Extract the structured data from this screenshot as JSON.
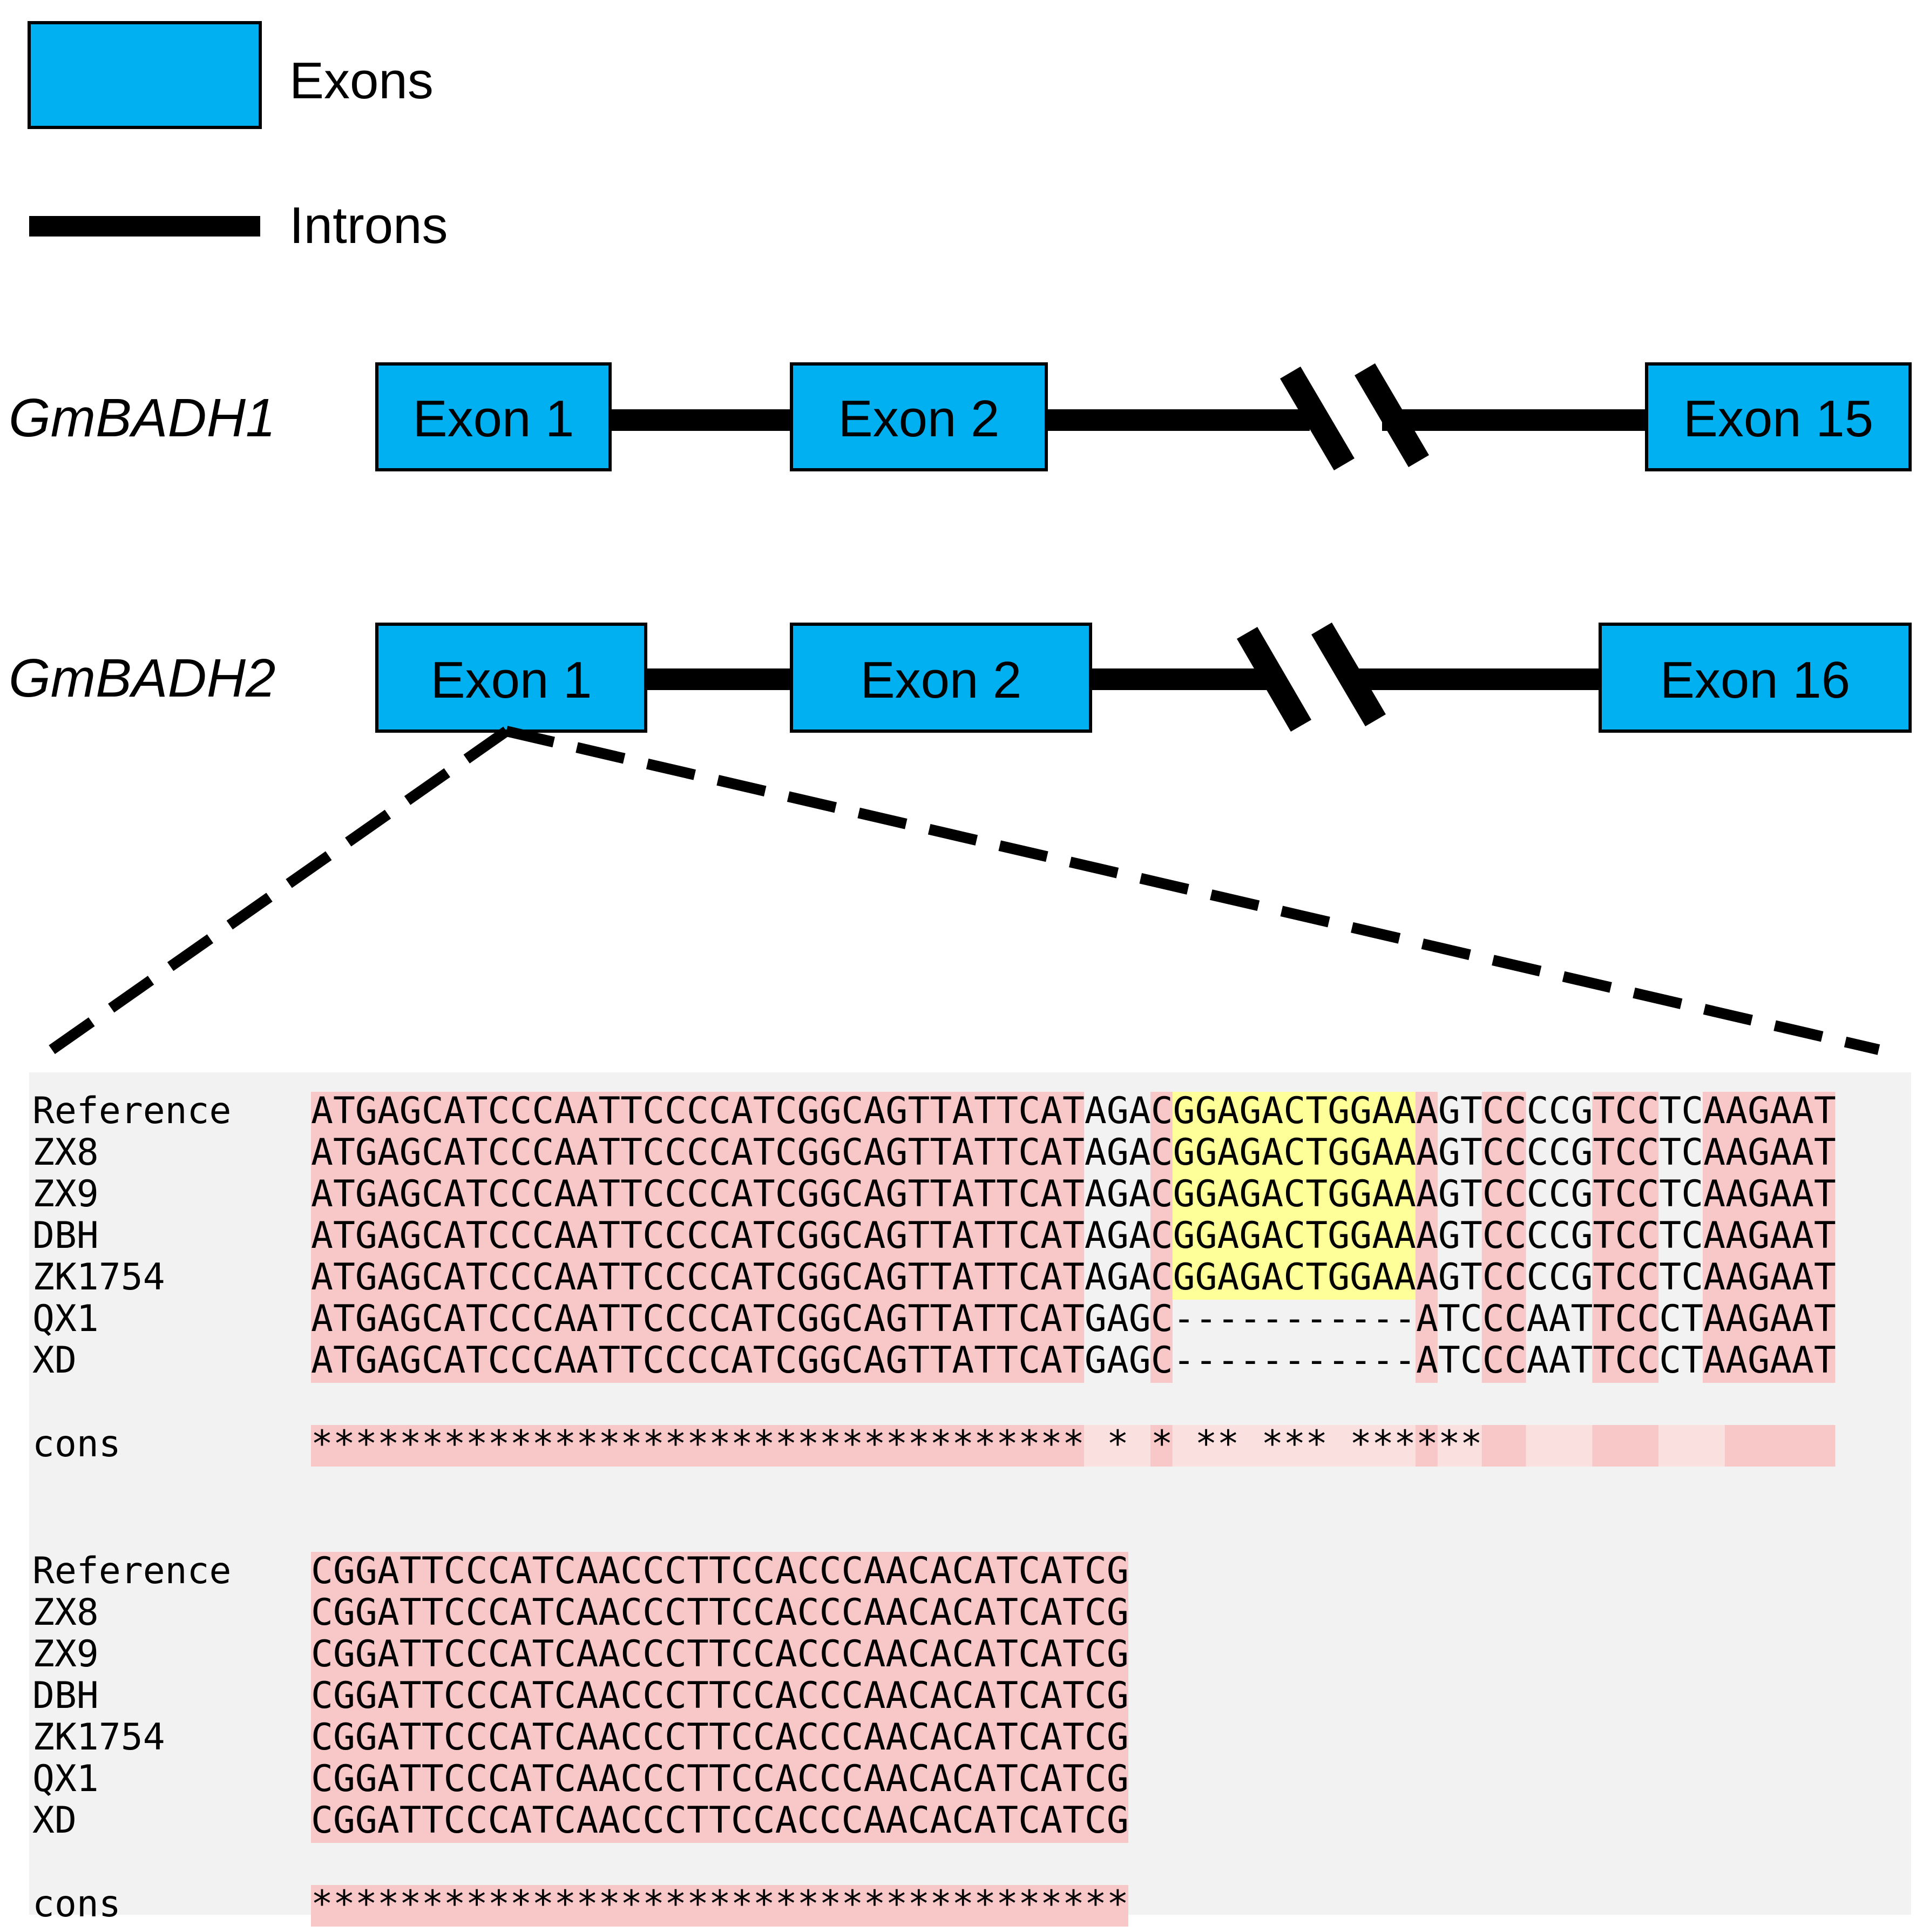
{
  "legend": {
    "exon_label": "Exons",
    "intron_label": "Introns"
  },
  "genes": [
    {
      "name": "GmBADH1",
      "exons": [
        "Exon 1",
        "Exon 2",
        "Exon 15"
      ]
    },
    {
      "name": "GmBADH2",
      "exons": [
        "Exon 1",
        "Exon 2",
        "Exon 16"
      ]
    }
  ],
  "colors": {
    "exon_fill": "#00b0f0",
    "intron": "#000000",
    "alignment_background": "#f2f2f2",
    "match_highlight": "#f8c8c8",
    "partial_highlight": "#ffff99",
    "weak_highlight": "#fbe0e0"
  },
  "alignment": {
    "blocks": [
      {
        "rows": [
          {
            "label": "Reference",
            "seq": "ATGAGCATCCCAATTCCCCATCGGCAGTTATTCATAGACGGAGACTGGAAAGTCCCCGTCCTCAAGAAT"
          },
          {
            "label": "ZX8",
            "seq": "ATGAGCATCCCAATTCCCCATCGGCAGTTATTCATAGACGGAGACTGGAAAGTCCCCGTCCTCAAGAAT"
          },
          {
            "label": "ZX9",
            "seq": "ATGAGCATCCCAATTCCCCATCGGCAGTTATTCATAGACGGAGACTGGAAAGTCCCCGTCCTCAAGAAT"
          },
          {
            "label": "DBH",
            "seq": "ATGAGCATCCCAATTCCCCATCGGCAGTTATTCATAGACGGAGACTGGAAAGTCCCCGTCCTCAAGAAT"
          },
          {
            "label": "ZK1754",
            "seq": "ATGAGCATCCCAATTCCCCATCGGCAGTTATTCATAGACGGAGACTGGAAAGTCCCCGTCCTCAAGAAT"
          },
          {
            "label": "QX1",
            "seq": "ATGAGCATCCCAATTCCCCATCGGCAGTTATTCATGAGC-----------ATCCCAATTCCCTAAGAAT"
          },
          {
            "label": "XD",
            "seq": "ATGAGCATCCCAATTCCCCATCGGCAGTTATTCATGAGC-----------ATCCCAATTCCCTAAGAAT"
          }
        ],
        "cons_label": "cons",
        "cons": "***********************************   *           *  **   ***   ******"
      },
      {
        "rows": [
          {
            "label": "Reference",
            "seq": "CGGATTCCCATCAACCCTTCCACCCAACACATCATCG"
          },
          {
            "label": "ZX8",
            "seq": "CGGATTCCCATCAACCCTTCCACCCAACACATCATCG"
          },
          {
            "label": "ZX9",
            "seq": "CGGATTCCCATCAACCCTTCCACCCAACACATCATCG"
          },
          {
            "label": "DBH",
            "seq": "CGGATTCCCATCAACCCTTCCACCCAACACATCATCG"
          },
          {
            "label": "ZK1754",
            "seq": "CGGATTCCCATCAACCCTTCCACCCAACACATCATCG"
          },
          {
            "label": "QX1",
            "seq": "CGGATTCCCATCAACCCTTCCACCCAACACATCATCG"
          },
          {
            "label": "XD",
            "seq": "CGGATTCCCATCAACCCTTCCACCCAACACATCATCG"
          }
        ],
        "cons_label": "cons",
        "cons": "*************************************"
      }
    ]
  }
}
